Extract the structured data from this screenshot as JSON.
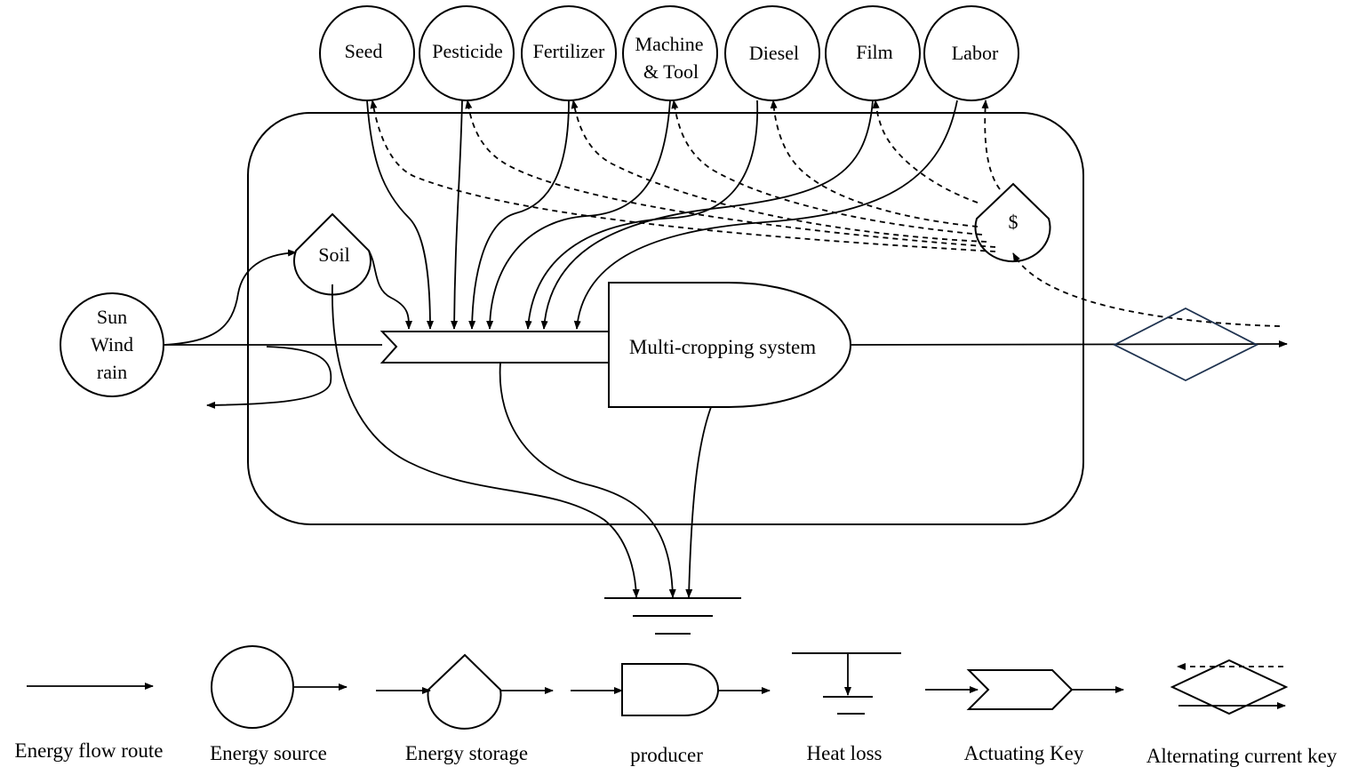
{
  "inputs": {
    "seed": "Seed",
    "pesticide": "Pesticide",
    "fertilizer": "Fertilizer",
    "machine_line1": "Machine",
    "machine_line2": "& Tool",
    "diesel": "Diesel",
    "film": "Film",
    "labor": "Labor"
  },
  "environment": {
    "line1": "Sun",
    "line2": "Wind",
    "line3": "rain"
  },
  "storage_label": "Soil",
  "money_label": "$",
  "producer_label": "Multi-cropping system",
  "legend": {
    "energy_flow_route": "Energy flow route",
    "energy_source": "Energy source",
    "energy_storage": "Energy storage",
    "producer": "producer",
    "heat_loss": "Heat loss",
    "actuating_key": "Actuating Key",
    "alternating_current_key": "Alternating current key"
  },
  "colors": {
    "line": "#000000",
    "exchange_diamond": "#1f3350",
    "background": "#ffffff"
  }
}
